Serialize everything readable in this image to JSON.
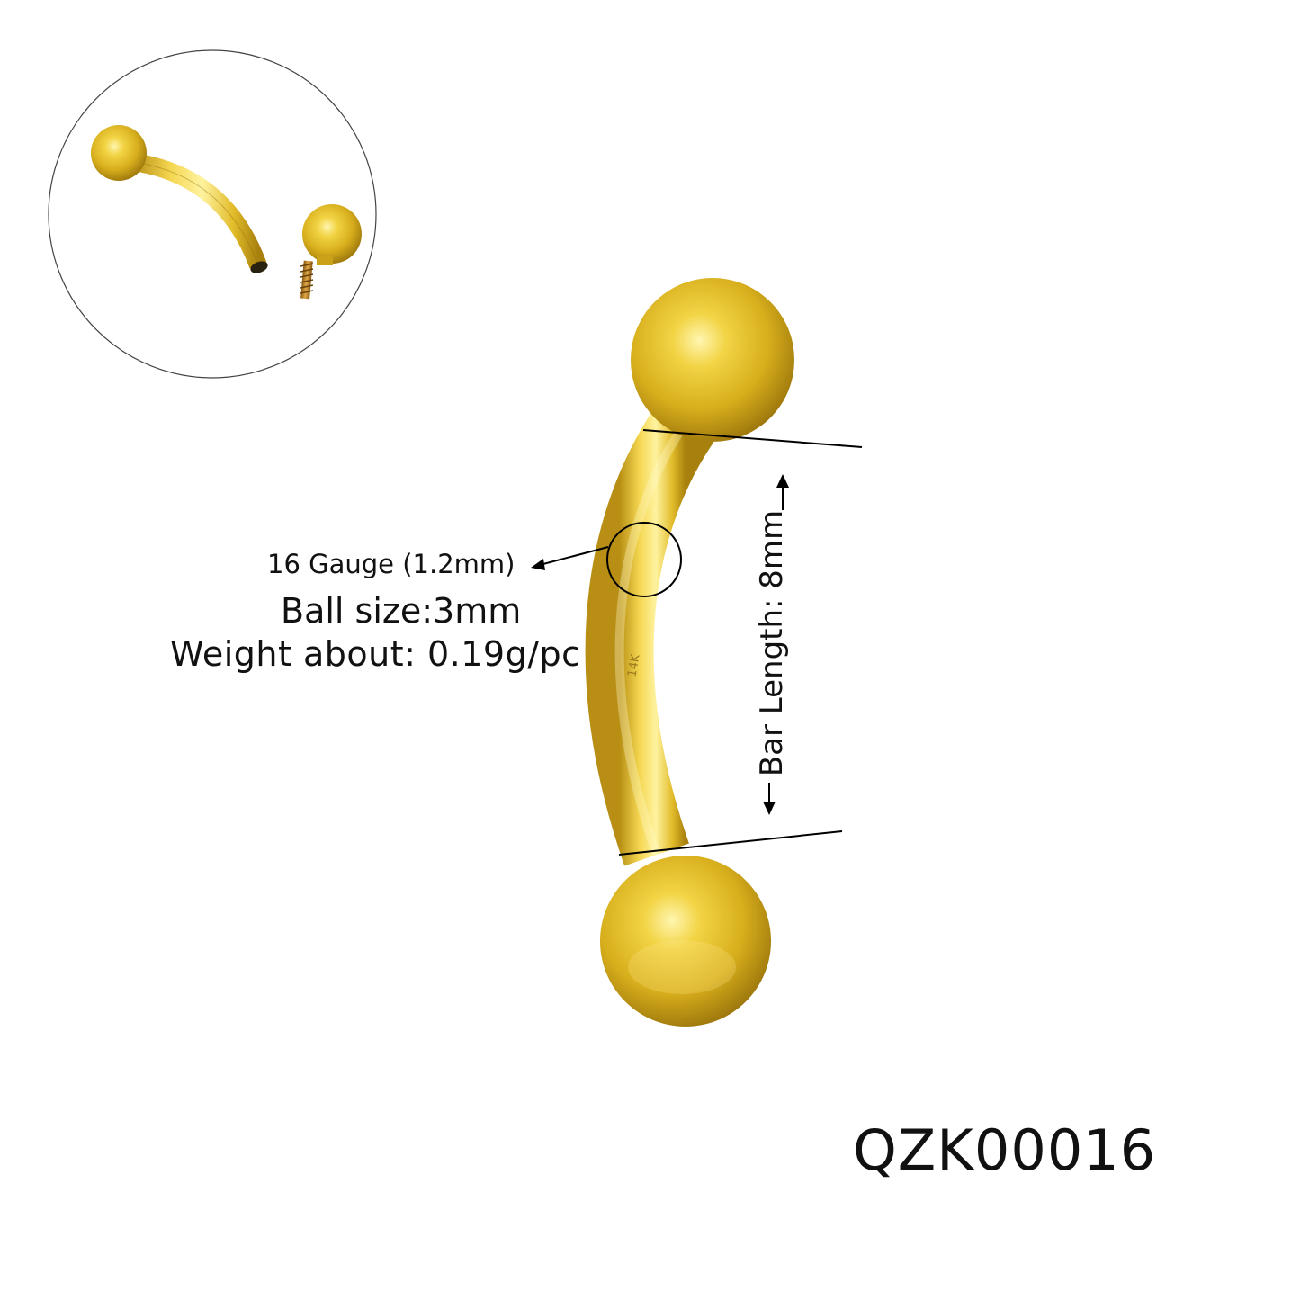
{
  "product_code": "QZK00016",
  "specs": {
    "gauge": "16 Gauge  (1.2mm)",
    "ball_size": "Ball size:3mm",
    "weight": "Weight about: 0.19g/pc",
    "bar_length": "Bar Length: 8mm"
  },
  "metal_stamp": "14K",
  "colors": {
    "gold_light": "#FFF3A0",
    "gold_mid": "#E9C62C",
    "gold_dark": "#A8800E",
    "line": "#000000"
  }
}
